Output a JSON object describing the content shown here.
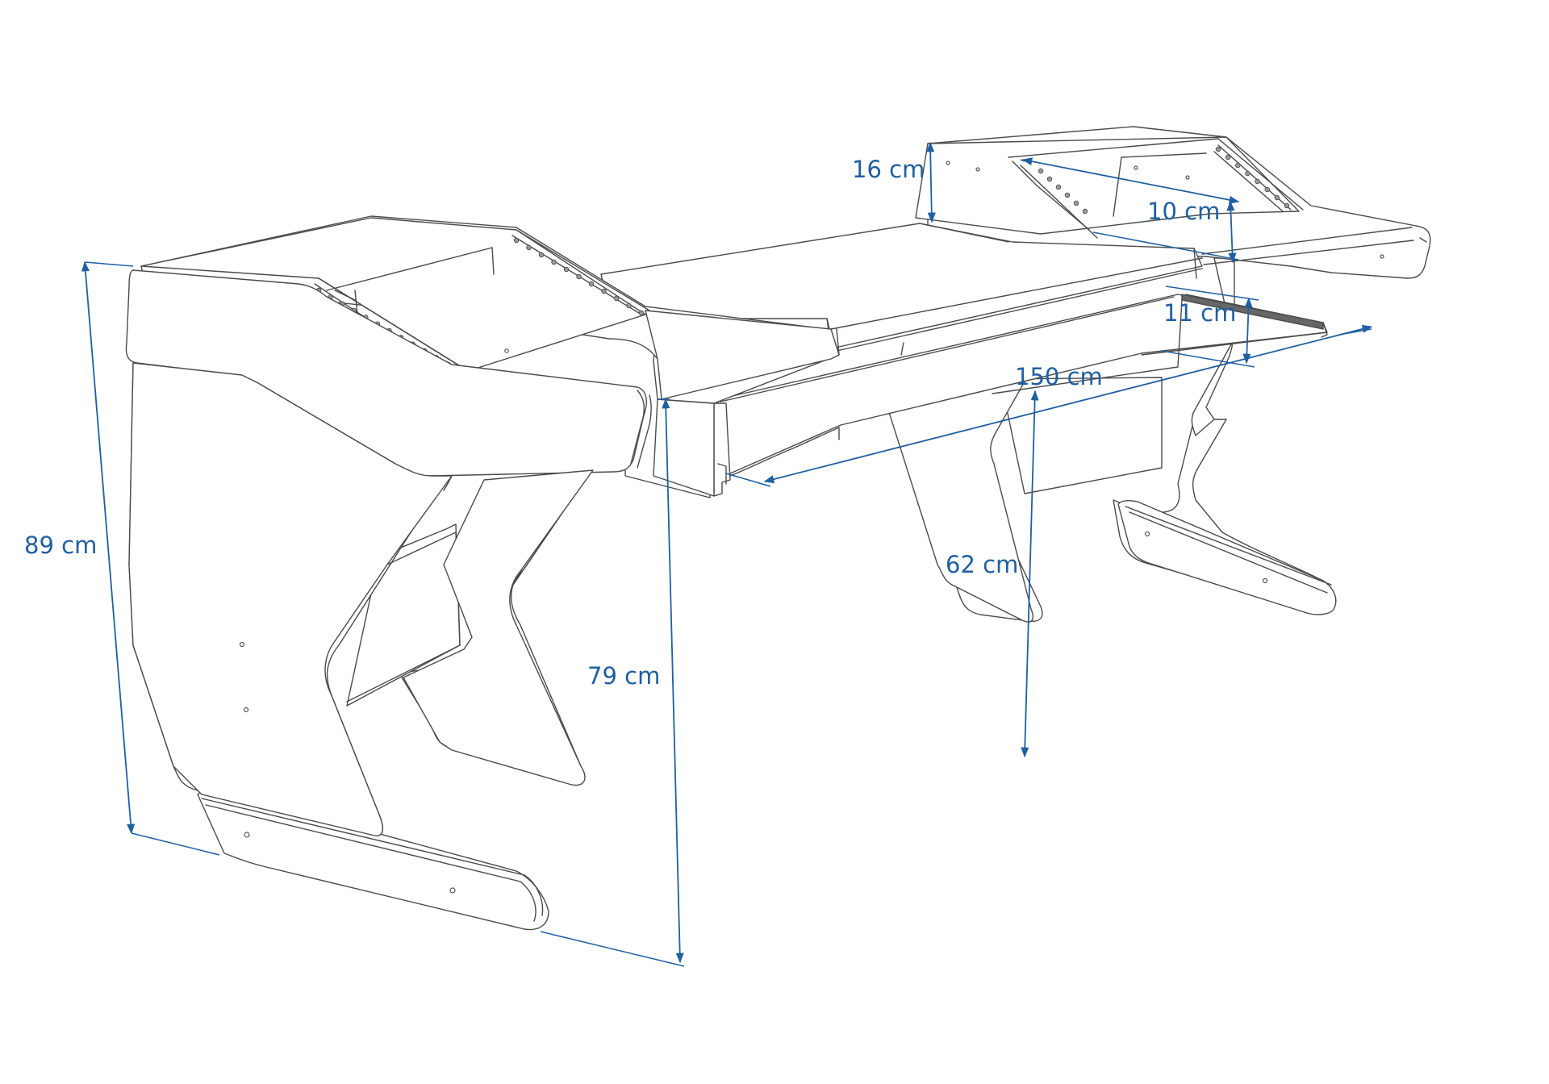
{
  "diagram": {
    "subject": "studio desk",
    "accent_color": "#1f5fa3",
    "line_color": "#4a4a4a",
    "dimensions": [
      {
        "id": "total-height",
        "label": "89 cm"
      },
      {
        "id": "desk-height",
        "label": "79 cm"
      },
      {
        "id": "rack-height",
        "label": "16 cm"
      },
      {
        "id": "rack-depth",
        "label": "10 cm"
      },
      {
        "id": "shelf-height",
        "label": "11 cm"
      },
      {
        "id": "shelf-width",
        "label": "150 cm"
      },
      {
        "id": "knee-height",
        "label": "62 cm"
      }
    ]
  }
}
